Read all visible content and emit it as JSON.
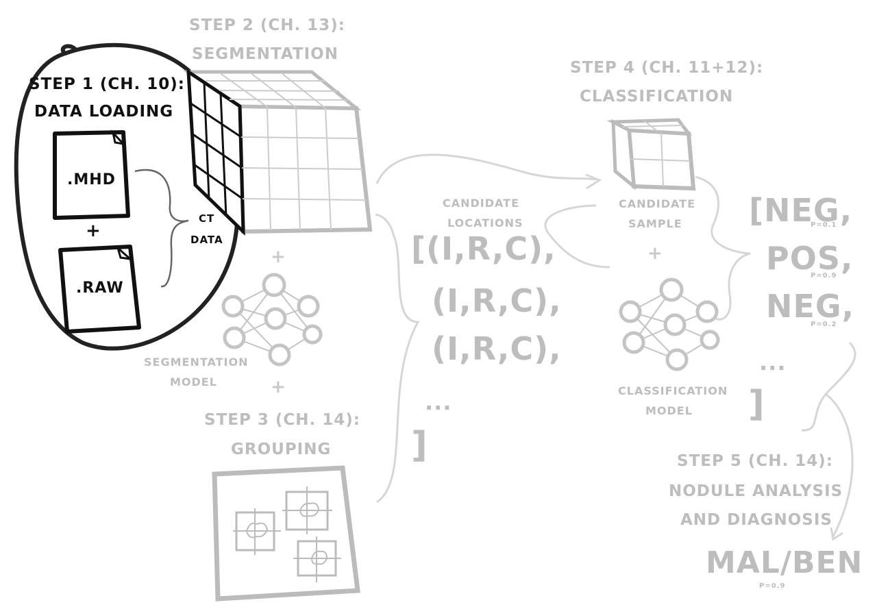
{
  "step1": {
    "title": "STEP 1 (CH. 10):",
    "subtitle": "DATA LOADING",
    "file_mhd": ".MHD",
    "plus": "+",
    "file_raw": ".RAW",
    "ct_line1": "CT",
    "ct_line2": "DATA"
  },
  "step2": {
    "title": "STEP 2 (CH. 13):",
    "subtitle": "SEGMENTATION",
    "plus": "+",
    "model_line1": "SEGMENTATION",
    "model_line2": "MODEL"
  },
  "step3": {
    "title": "STEP 3 (CH. 14):",
    "subtitle": "GROUPING",
    "plus": "+"
  },
  "candidates": {
    "label_line1": "CANDIDATE",
    "label_line2": "LOCATIONS",
    "row1": "[(I,R,C),",
    "row2": "(I,R,C),",
    "row3": "(I,R,C),",
    "ellipsis": "...",
    "close": "]"
  },
  "step4": {
    "title": "STEP 4 (CH. 11+12):",
    "subtitle": "CLASSIFICATION",
    "sample_line1": "CANDIDATE",
    "sample_line2": "SAMPLE",
    "plus": "+",
    "model_line1": "CLASSIFICATION",
    "model_line2": "MODEL"
  },
  "results": {
    "items": [
      {
        "label": "[NEG,",
        "prob": "P=0.1"
      },
      {
        "label": "POS,",
        "prob": "P=0.9"
      },
      {
        "label": "NEG,",
        "prob": "P=0.2"
      }
    ],
    "ellipsis": "...",
    "close": "]"
  },
  "step5": {
    "title": "STEP 5 (CH. 14):",
    "subtitle_line1": "NODULE ANALYSIS",
    "subtitle_line2": "AND DIAGNOSIS",
    "result": "MAL/BEN",
    "prob": "P=0.9"
  },
  "colors": {
    "highlight": "#1a1a1a",
    "faded": "#bdbdbd",
    "lines": "#d4d4d4"
  }
}
